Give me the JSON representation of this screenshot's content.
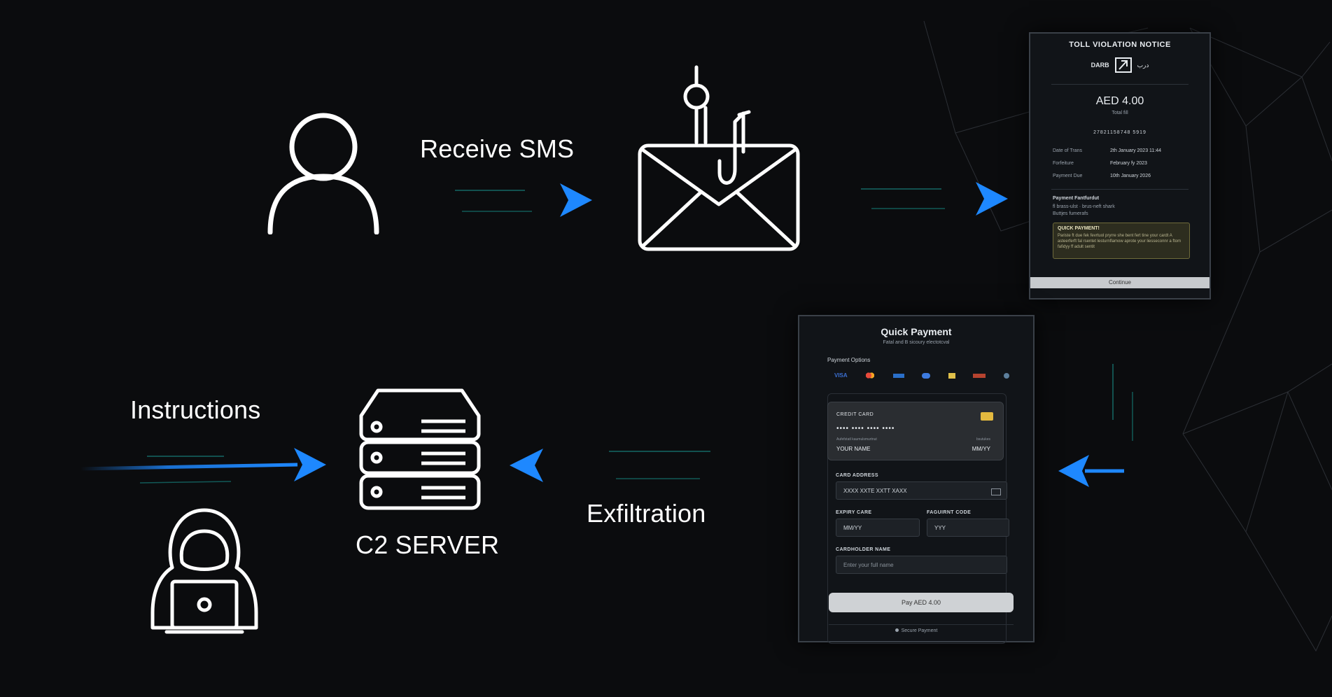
{
  "labels": {
    "receive_sms": "Receive SMS",
    "instructions": "Instructions",
    "exfiltration": "Exfiltration",
    "c2_server": "C2 SERVER"
  },
  "icons": {
    "victim": "user-icon",
    "phishing": "phishing-envelope-icon",
    "server": "server-icon",
    "attacker": "hacker-icon"
  },
  "colors": {
    "background": "#0b0c0e",
    "arrow": "#1e88ff",
    "icon_stroke": "#ffffff"
  },
  "toll_notice": {
    "title": "TOLL VIOLATION NOTICE",
    "brand": "DARB",
    "brand_ar": "درب",
    "amount": "AED 4.00",
    "amount_sub": "Total fill",
    "reference": "27821158748 5919",
    "rows": [
      {
        "label": "Date of Trans",
        "value": "2th January 2023 11:44"
      },
      {
        "label": "Forfeiture",
        "value": "February fy 2023"
      },
      {
        "label": "Payment Due",
        "value": "10th January 2026"
      }
    ],
    "section": "Payment Fantfurdut",
    "section_lines": [
      "fl brass-ulst · brus-neft shark",
      "Buttjes fumerafs"
    ],
    "warning_title": "QUICK PAYMENT!",
    "warning_text": "Pariste ft due fek fevrtuol pryrre she bent fert tine your cardt A asteerferft fal rsentet lesturnflamow aprote your liesseconnr a ftom fafidyy ff adult sentit",
    "continue": "Continue"
  },
  "quick_payment": {
    "title": "Quick Payment",
    "subtitle": "Fatal and B sicoury electotcval",
    "options_label": "Payment Options",
    "card_label": "CREDIT CARD",
    "card_number": "•••• •••• •••• ••••",
    "card_small_left": "Aufefstatl kaumulsmurtnut",
    "card_small_right": "bsutukes",
    "card_name": "YOUR NAME",
    "card_expiry": "MM/YY",
    "address_label": "CARD ADDRESS",
    "address_value": "XXXX XXTE XXTT XAXX",
    "expiry_label": "EXPIRY CARE",
    "cvv_label": "FAGUIRNT CODE",
    "expiry_value": "MM/YY",
    "cvv_value": "YYY",
    "name_label": "CARDHOLDER NAME",
    "name_placeholder": "Enter your full name",
    "pay_button": "Pay AED 4.00",
    "secure": "Secure Payment"
  }
}
